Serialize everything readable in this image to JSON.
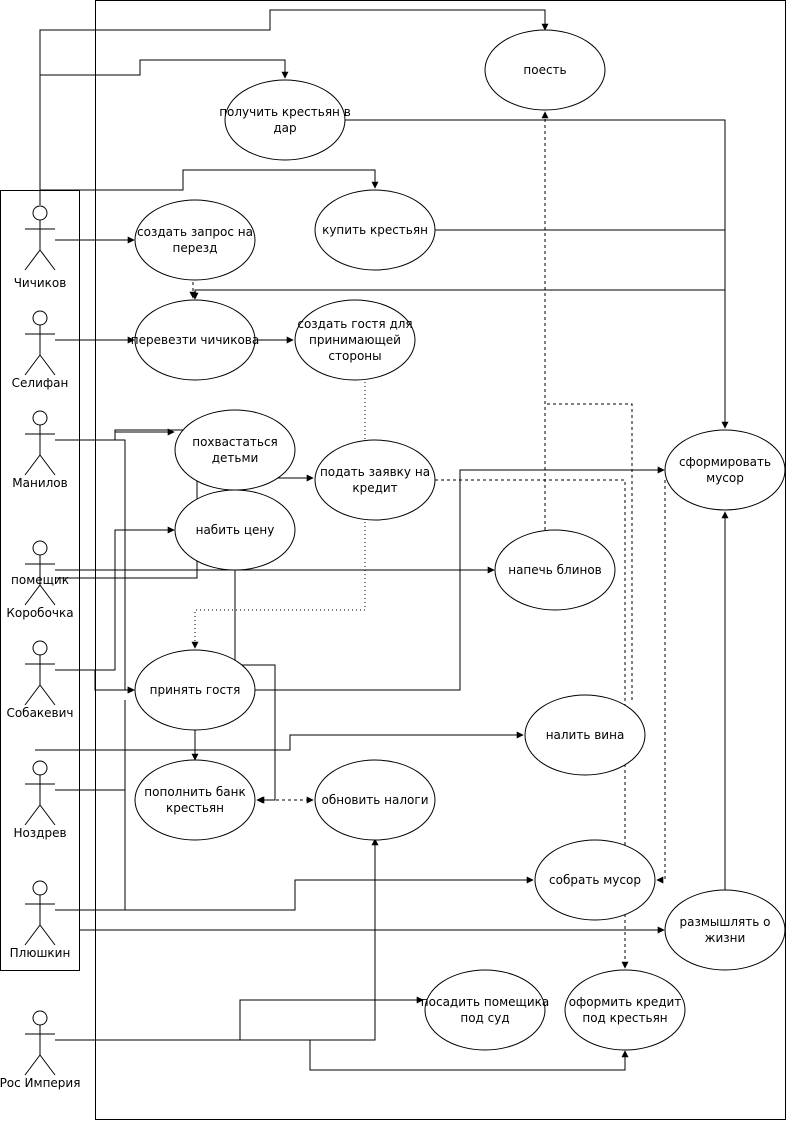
{
  "actors": [
    {
      "id": "chichikov",
      "label": "Чичиков"
    },
    {
      "id": "selifan",
      "label": "Селифан"
    },
    {
      "id": "manilov",
      "label": "Манилов"
    },
    {
      "id": "korobochka_top",
      "label": "помещик"
    },
    {
      "id": "korobochka",
      "label": "Коробочка"
    },
    {
      "id": "sobakevich",
      "label": "Собакевич"
    },
    {
      "id": "nozdrev",
      "label": "Ноздрев"
    },
    {
      "id": "plyushkin",
      "label": "Плюшкин"
    },
    {
      "id": "ros_imperia",
      "label": "Рос Империя"
    }
  ],
  "usecases": [
    {
      "id": "poest",
      "lines": [
        "поесть"
      ]
    },
    {
      "id": "poluchit",
      "lines": [
        "получить крестьян в",
        "дар"
      ]
    },
    {
      "id": "kupit",
      "lines": [
        "купить крестьян"
      ]
    },
    {
      "id": "zapros",
      "lines": [
        "создать запрос на",
        "перезд"
      ]
    },
    {
      "id": "perevezti",
      "lines": [
        "перевезти чичикова"
      ]
    },
    {
      "id": "gost",
      "lines": [
        "создать гостя для",
        "принимающей",
        "стороны"
      ]
    },
    {
      "id": "pohvastat",
      "lines": [
        "похвастаться",
        "детьми"
      ]
    },
    {
      "id": "zayavka",
      "lines": [
        "подать заявку на",
        "кредит"
      ]
    },
    {
      "id": "sformirovat",
      "lines": [
        "сформировать",
        "мусор"
      ]
    },
    {
      "id": "nabit",
      "lines": [
        "набить цену"
      ]
    },
    {
      "id": "bliny",
      "lines": [
        "напечь блинов"
      ]
    },
    {
      "id": "prinyat",
      "lines": [
        "принять гостя"
      ]
    },
    {
      "id": "vino",
      "lines": [
        "налить вина"
      ]
    },
    {
      "id": "popolnit",
      "lines": [
        "пополнить банк",
        "крестьян"
      ]
    },
    {
      "id": "nalogi",
      "lines": [
        "обновить налоги"
      ]
    },
    {
      "id": "sobrat",
      "lines": [
        "собрать мусор"
      ]
    },
    {
      "id": "razmyshlyat",
      "lines": [
        "размышлять о",
        "жизни"
      ]
    },
    {
      "id": "posadit",
      "lines": [
        "посадить помещика",
        "под суд"
      ]
    },
    {
      "id": "oformit",
      "lines": [
        "оформить кредит",
        "под крестьян"
      ]
    }
  ]
}
